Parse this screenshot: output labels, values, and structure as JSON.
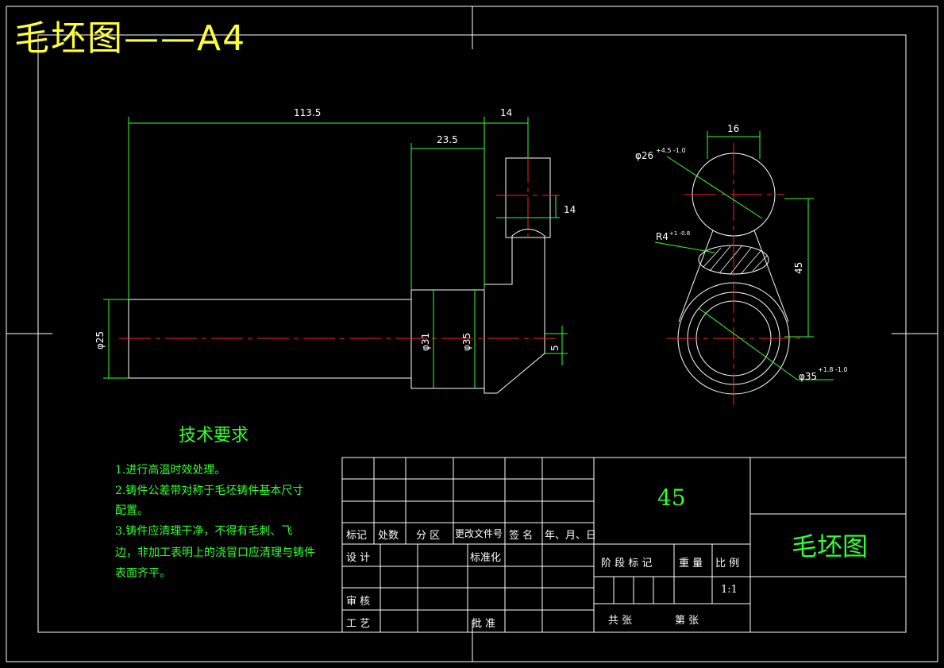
{
  "sheet_title": "毛坯图——A4",
  "technical_requirements": {
    "title": "技术要求",
    "lines": [
      "1.进行高温时效处理。",
      "2.铸件公差带对称于毛坯铸件基本尺寸",
      "配置。",
      "3.铸件应清理干净，不得有毛刺、飞",
      "边，非加工表明上的浇冒口应清理与铸件",
      "表面齐平。"
    ]
  },
  "title_block": {
    "headers": [
      "标记",
      "处数",
      "分 区",
      "更改文件号",
      "签 名",
      "年、月、日"
    ],
    "design": "设 计",
    "standardization": "标准化",
    "review": "审 核",
    "process": "工 艺",
    "approve": "批 准",
    "stage_mark": "阶 段 标 记",
    "weight": "重 量",
    "scale_label": "比 例",
    "scale_value": "1:1",
    "total_sheets": "共    张",
    "sheet_no": "第    张",
    "material": "45",
    "drawing_name": "毛坯图"
  },
  "dimensions": {
    "length_total": "113.5",
    "width_14_top": "14",
    "length_23_5": "23.5",
    "side_14": "14",
    "dia_25": "φ25",
    "dia_31": "φ31",
    "dia_35": "φ35",
    "side_5": "5",
    "width_16": "16",
    "dia_26": "φ26",
    "tol_26": "+4.5 -1.0",
    "radius_4": "R4",
    "tol_r4": "+1 -0.8",
    "center_45": "45",
    "dia_35_right": "φ35",
    "tol_35": "+1.8 -1.0"
  },
  "colors": {
    "outline": "#ffffff",
    "dimension": "#33ff33",
    "centerline": "#ff2222",
    "title": "#ffff33",
    "hatch": "#ffffff"
  }
}
